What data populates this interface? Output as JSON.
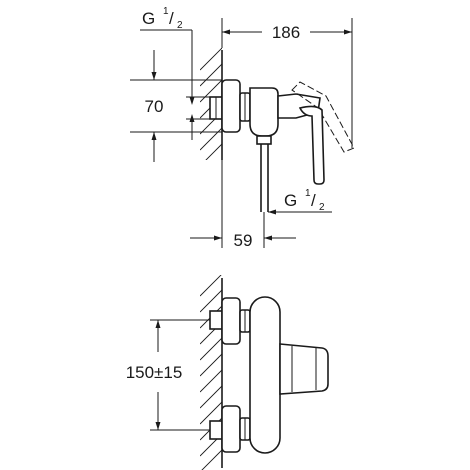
{
  "dimensions": {
    "overall_depth": "186",
    "inlet_spacing": "70",
    "wall_to_outlet": "59",
    "inlet_centres": "150±15",
    "thread_top": {
      "letter": "G",
      "numerator": "1",
      "denominator": "2"
    },
    "thread_outlet": {
      "letter": "G",
      "numerator": "1",
      "denominator": "2"
    }
  }
}
